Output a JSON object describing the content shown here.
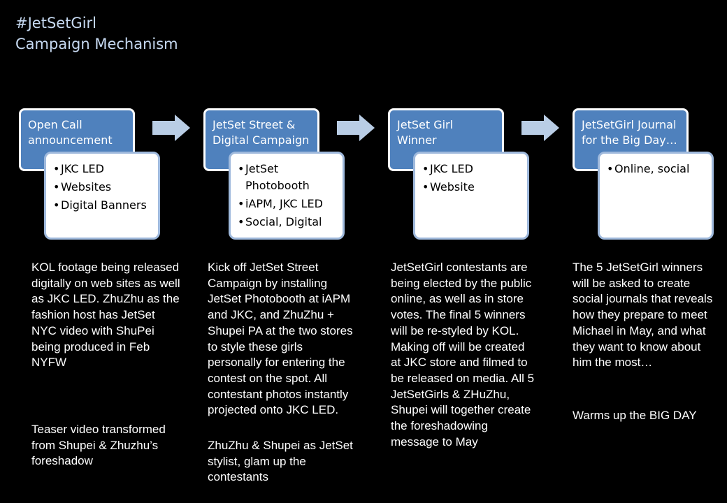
{
  "title": {
    "line1": "#JetSetGirl",
    "line2": "Campaign Mechanism"
  },
  "steps": [
    {
      "header": "Open Call\nannouncement",
      "bullets": [
        "JKC LED",
        "Websites",
        "Digital Banners"
      ],
      "description": "KOL footage being released digitally on web sites as well as JKC LED. ZhuZhu as the fashion host has JetSet NYC video with ShuPei being produced in Feb NYFW",
      "note": "Teaser video transformed from Shupei & Zhuzhu’s foreshadow"
    },
    {
      "header": "JetSet Street &\nDigital  Campaign",
      "bullets": [
        "JetSet\nPhotobooth",
        "iAPM, JKC LED",
        "Social, Digital"
      ],
      "description": "Kick off JetSet Street Campaign by installing JetSet Photobooth at iAPM and JKC, and ZhuZhu + Shupei PA at the two stores to style these girls personally for entering the contest on the spot. All contestant photos instantly projected onto JKC LED.",
      "note": "ZhuZhu & Shupei as JetSet stylist, glam up the contestants"
    },
    {
      "header": "JetSet Girl\nWinner",
      "bullets": [
        "JKC LED",
        "Website"
      ],
      "description": "JetSetGirl contestants are being elected by the public online, as well as in store votes. The final 5 winners will be re-styled by KOL. Making off will be created at JKC store and filmed to be released on media. All 5 JetSetGirls & ZHuZhu, Shupei will together create the foreshadowing message to May",
      "note": ""
    },
    {
      "header": "JetSetGirl Journal\nfor the Big Day…",
      "bullets": [
        "Online, social"
      ],
      "description": "The 5 JetSetGirl winners will be asked to create social journals that reveals how they prepare to meet Michael in May, and what they want to know about him the most…",
      "note": "Warms up the BIG DAY"
    }
  ],
  "colors": {
    "header_fill": "#4f81bd",
    "arrow_fill": "#b9cde5",
    "title_text": "#c6d9f1"
  }
}
